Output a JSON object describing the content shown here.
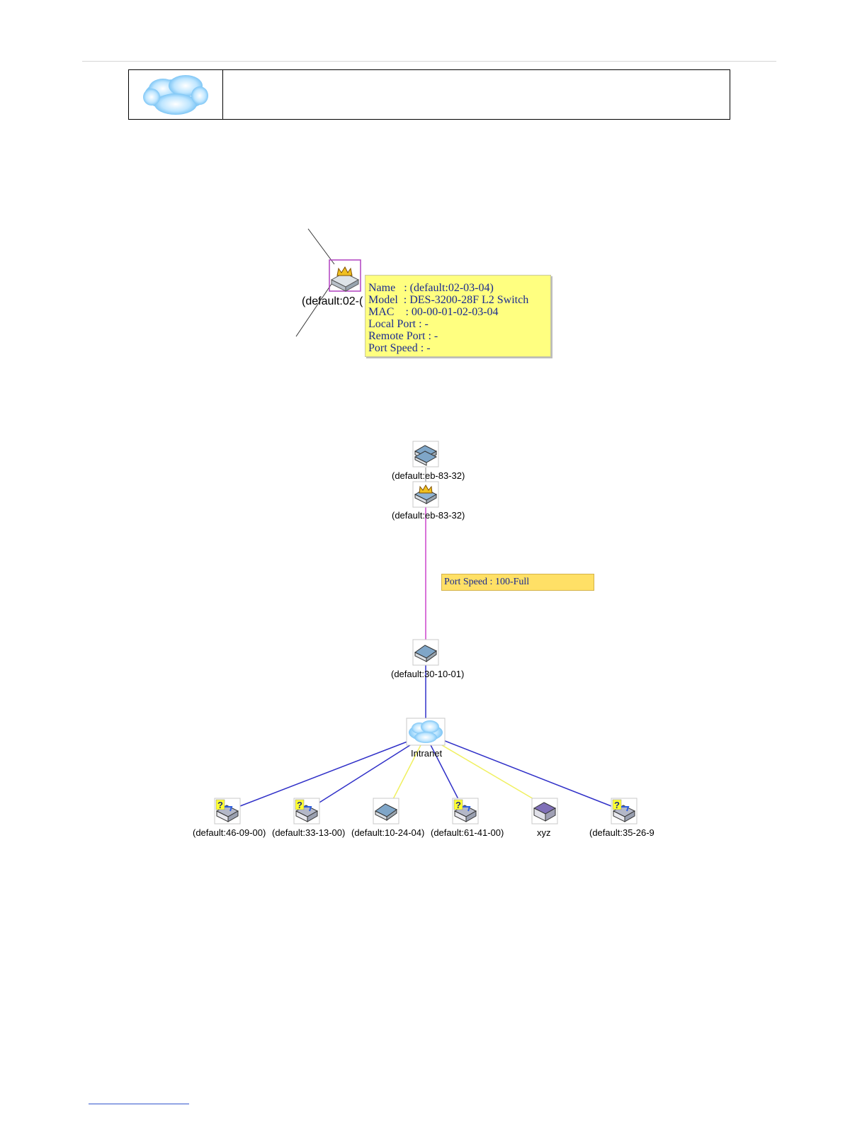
{
  "legend": {
    "icon": "cloud-icon",
    "description": ""
  },
  "tooltip_device": {
    "partial_label": "(default:02-(",
    "rows": [
      "Name   : (default:02-03-04)",
      "Model  : DES-3200-28F L2 Switch",
      "MAC    : 00-00-01-02-03-04",
      "Local Port : -",
      "Remote Port : -",
      "Port Speed : -"
    ]
  },
  "topology": {
    "nodes": {
      "stack_top": "(default:eb-83-32)",
      "switch_crown": "(default:eb-83-32)",
      "switch_mid": "(default:30-10-01)",
      "cloud": "Intranet"
    },
    "link_tooltip": "Port Speed : 100-Full",
    "leaves": [
      {
        "label": "(default:46-09-00)",
        "icon": "unknown-device-icon"
      },
      {
        "label": "(default:33-13-00)",
        "icon": "unknown-device-icon"
      },
      {
        "label": "(default:10-24-04)",
        "icon": "switch-icon"
      },
      {
        "label": "(default:61-41-00)",
        "icon": "unknown-device-icon"
      },
      {
        "label": "xyz",
        "icon": "purple-switch-icon"
      },
      {
        "label": "(default:35-26-9",
        "icon": "unknown-device-icon"
      }
    ],
    "colors": {
      "purple_link": "#cc44cc",
      "blue_link": "#3030c8",
      "yellow_link": "#f0f060",
      "tooltip_bg": "#ffff80",
      "speed_bg": "#ffe066"
    }
  }
}
